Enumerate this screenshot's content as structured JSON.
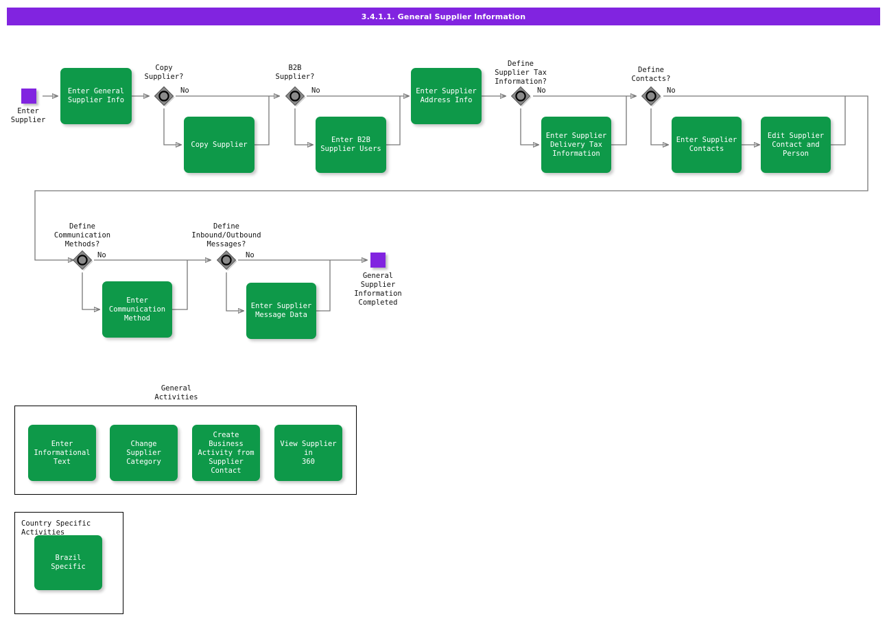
{
  "header": {
    "title": "3.4.1.1. General Supplier Information",
    "bar_color": "#8124E0"
  },
  "theme": {
    "task_fill": "#0E9949",
    "task_text": "#FFFFFF",
    "event_fill": "#8124E0",
    "gateway_fill": "#808080",
    "connector": "#777777",
    "frame": "#000000"
  },
  "events": {
    "start": {
      "label": "Enter\nSupplier",
      "name": "start-event"
    },
    "end": {
      "label": "General\nSupplier\nInformation\nCompleted",
      "name": "end-event"
    }
  },
  "gateways": [
    {
      "id": "gw-copy-supplier",
      "label": "Copy\nSupplier?",
      "flow_label": "No"
    },
    {
      "id": "gw-b2b-supplier",
      "label": "B2B\nSupplier?",
      "flow_label": "No"
    },
    {
      "id": "gw-supplier-tax",
      "label": "Define\nSupplier Tax\nInformation?",
      "flow_label": "No"
    },
    {
      "id": "gw-contacts",
      "label": "Define\nContacts?",
      "flow_label": "No"
    },
    {
      "id": "gw-comm-methods",
      "label": "Define\nCommunication\nMethods?",
      "flow_label": "No"
    },
    {
      "id": "gw-inout-messages",
      "label": "Define\nInbound/Outbound\nMessages?",
      "flow_label": "No"
    }
  ],
  "tasks": [
    {
      "id": "task-enter-general-supplier-info",
      "label": "Enter General\nSupplier Info"
    },
    {
      "id": "task-copy-supplier",
      "label": "Copy Supplier"
    },
    {
      "id": "task-enter-b2b-supplier-users",
      "label": "Enter B2B\nSupplier Users"
    },
    {
      "id": "task-enter-supplier-address-info",
      "label": "Enter Supplier\nAddress Info"
    },
    {
      "id": "task-enter-supplier-delivery-tax-information",
      "label": "Enter Supplier\nDelivery Tax\nInformation"
    },
    {
      "id": "task-enter-supplier-contacts",
      "label": "Enter Supplier\nContacts"
    },
    {
      "id": "task-edit-supplier-contact-and-person",
      "label": "Edit Supplier\nContact and\nPerson"
    },
    {
      "id": "task-enter-communication-method",
      "label": "Enter\nCommunication\nMethod"
    },
    {
      "id": "task-enter-supplier-message-data",
      "label": "Enter Supplier\nMessage Data"
    }
  ],
  "groups": [
    {
      "id": "group-general-activities",
      "title": "General\nActivities",
      "title_position": "above",
      "tasks": [
        {
          "id": "task-enter-informational-text",
          "label": "Enter\nInformational\nText"
        },
        {
          "id": "task-change-supplier-category",
          "label": "Change Supplier\nCategory"
        },
        {
          "id": "task-create-business-activity-from-supplier-contact",
          "label": "Create Business\nActivity from\nSupplier Contact"
        },
        {
          "id": "task-view-supplier-in-360",
          "label": "View Supplier in\n360"
        }
      ]
    },
    {
      "id": "group-country-specific-activities",
      "title": "Country Specific Activities",
      "title_position": "inside",
      "tasks": [
        {
          "id": "task-brazil-specific",
          "label": "Brazil Specific"
        }
      ]
    }
  ]
}
